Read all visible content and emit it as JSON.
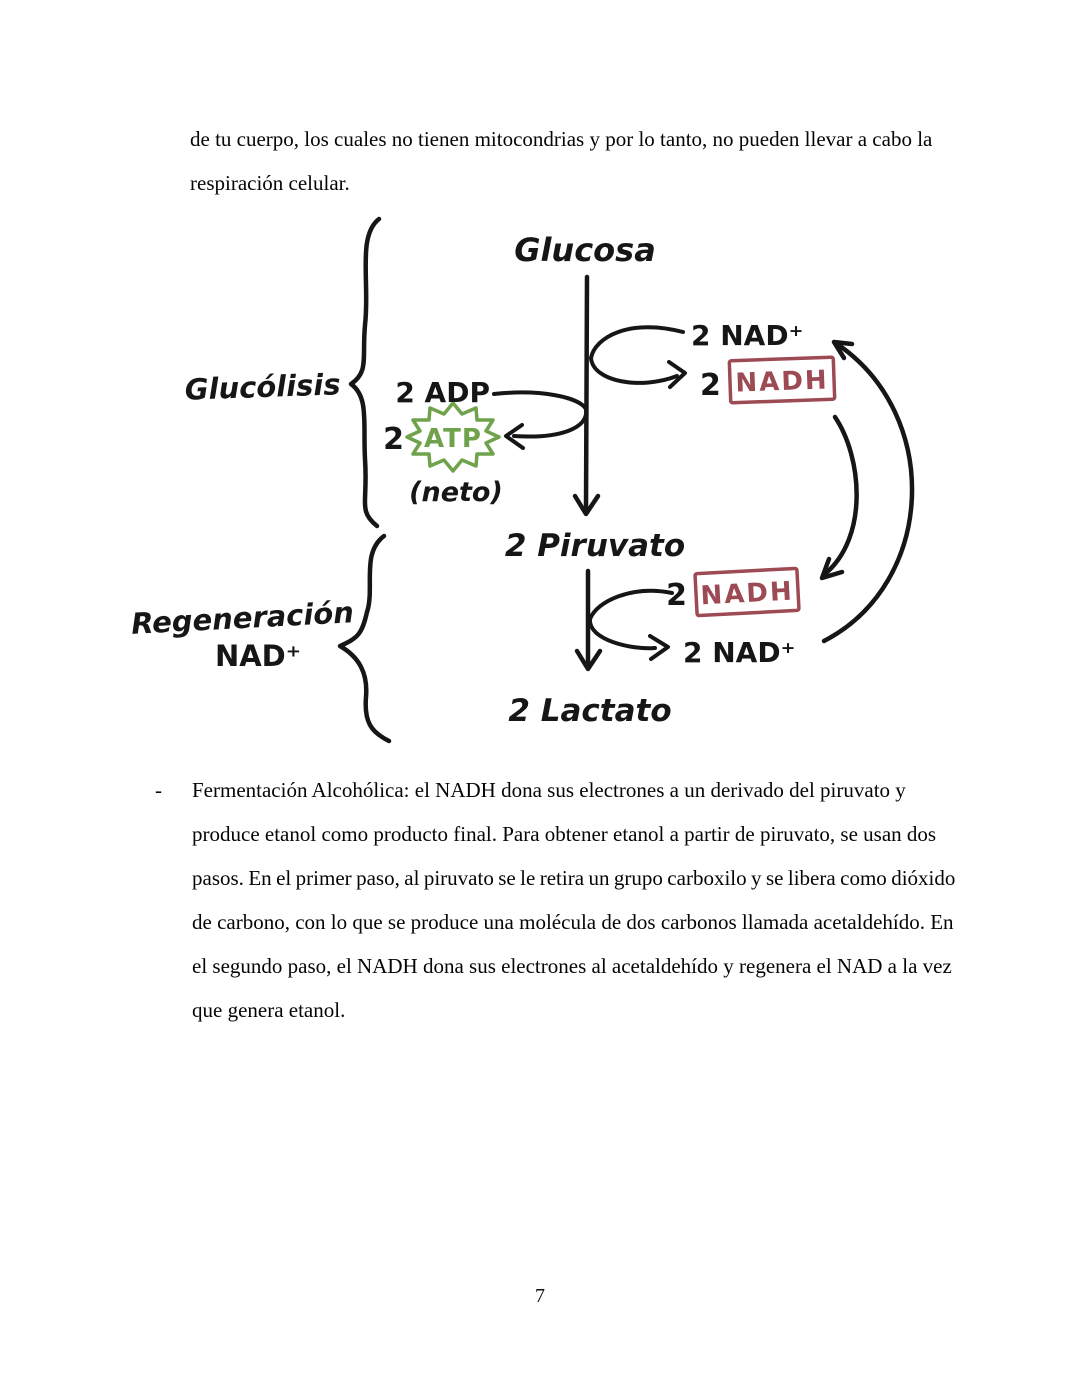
{
  "document": {
    "paragraph_top": {
      "lines": [
        "de tu cuerpo, los cuales no tienen mitocondrias y por lo tanto, no pueden llevar a cabo la",
        "respiración celular."
      ]
    },
    "bullet": {
      "marker": "-",
      "lines": [
        "Fermentación Alcohólica: el NADH dona sus electrones a un derivado del piruvato y",
        "produce etanol como producto final. Para obtener etanol a partir de piruvato, se usan dos",
        "pasos. En el primer paso, al piruvato se le retira un grupo carboxilo y se libera como dióxido",
        "de carbono, con lo que se produce una molécula de dos carbonos llamada acetaldehído. En",
        "el segundo paso, el NADH dona sus electrones al acetaldehído y regenera el NAD a la vez",
        "que genera etanol."
      ]
    },
    "page_number": "7"
  },
  "diagram": {
    "stage_labels": {
      "glucolisis": "Glucólisis",
      "regeneracion_l1": "Regeneración",
      "regeneracion_l2": "NAD⁺"
    },
    "nodes": {
      "glucosa": "Glucosa",
      "piruvato": "2 Piruvato",
      "lactato": "2 Lactato"
    },
    "cofactors": {
      "nad_top": "2 NAD⁺",
      "nadh_top_count": "2",
      "nadh_top": "NADH",
      "adp": "2 ADP",
      "atp_count": "2",
      "atp": "ATP",
      "neto": "(neto)",
      "nadh_bottom_count": "2",
      "nadh_bottom": "NADH",
      "nad_bottom": "2 NAD⁺"
    },
    "colors": {
      "ink": "#161616",
      "atp_green": "#6fa24b",
      "nadh_maroon": "#9c4a54"
    }
  }
}
